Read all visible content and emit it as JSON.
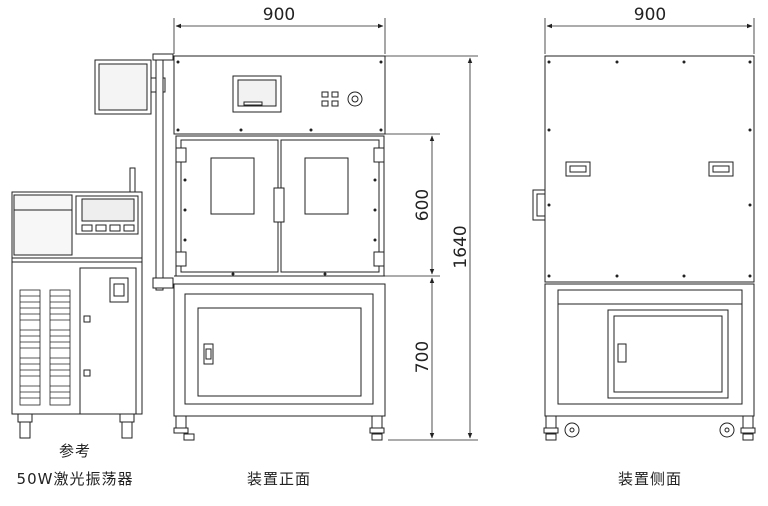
{
  "dimensions": {
    "front_width": "900",
    "side_width": "900",
    "total_height": "1640",
    "upper_height": "600",
    "lower_height": "700"
  },
  "captions": {
    "reference_line1": "参考",
    "reference_line2": "50W激光振荡器",
    "front_view": "装置正面",
    "side_view": "装置侧面"
  },
  "colors": {
    "line": "#222222",
    "fill": "#ffffff",
    "screen": "#f2f2f2"
  }
}
